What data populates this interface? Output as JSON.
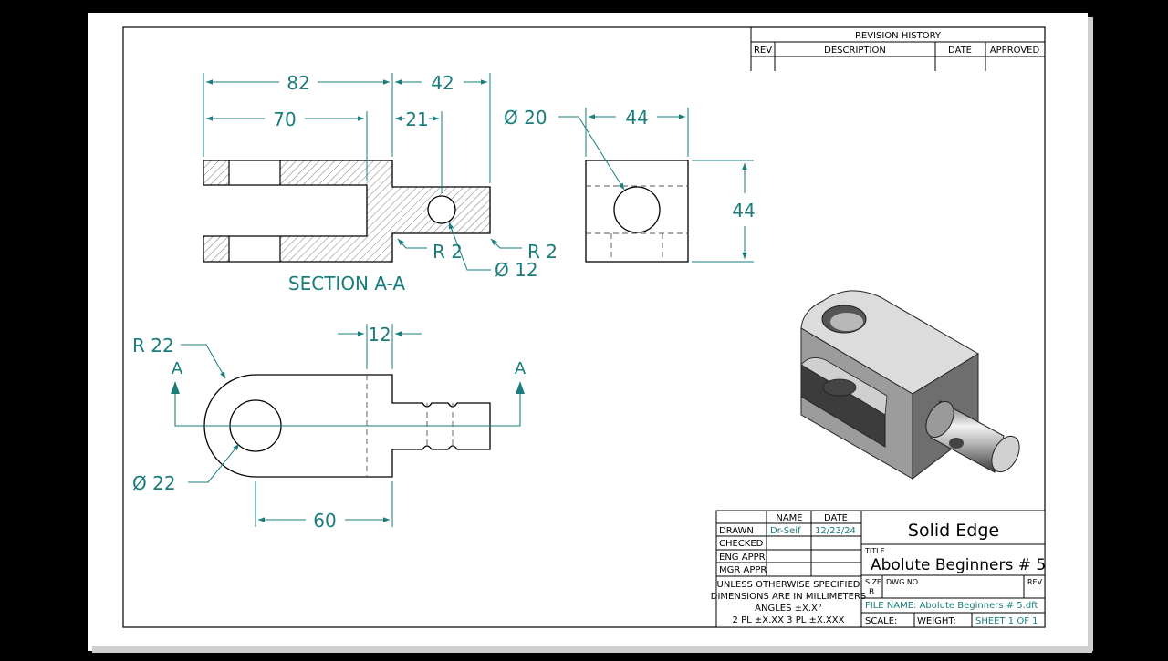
{
  "colors": {
    "background": "#000000",
    "paper": "#ffffff",
    "ink": "#000000",
    "dimension": "#1a7c7c",
    "hatch": "#555555"
  },
  "revision_block": {
    "title": "REVISION HISTORY",
    "headers": [
      "REV",
      "DESCRIPTION",
      "DATE",
      "APPROVED"
    ]
  },
  "section_view": {
    "label": "SECTION A-A",
    "dims": {
      "overall": "82",
      "shank": "42",
      "slot_depth": "70",
      "hole_pos": "21",
      "fillet_left": "R 2",
      "fillet_right": "R 2",
      "hole_dia": "Ø 12"
    }
  },
  "end_view": {
    "dims": {
      "hole_dia": "Ø 20",
      "width": "44",
      "height": "44"
    }
  },
  "top_view": {
    "section_mark": "A",
    "dims": {
      "radius": "R 22",
      "hole_dia": "Ø 22",
      "length": "60",
      "groove": "12"
    }
  },
  "title_block": {
    "headers": [
      "NAME",
      "DATE"
    ],
    "rows": [
      {
        "label": "DRAWN",
        "name": "Dr-Seif",
        "date": "12/23/24"
      },
      {
        "label": "CHECKED",
        "name": "",
        "date": ""
      },
      {
        "label": "ENG APPR",
        "name": "",
        "date": ""
      },
      {
        "label": "MGR APPR",
        "name": "",
        "date": ""
      }
    ],
    "notes": [
      "UNLESS OTHERWISE SPECIFIED",
      "DIMENSIONS ARE IN MILLIMETERS",
      "ANGLES ±X.X°",
      "2 PL ±X.XX 3 PL ±X.XXX"
    ],
    "company": "Solid Edge",
    "title_label": "TITLE",
    "title": "Abolute Beginners # 5",
    "size_label": "SIZE",
    "size": "B",
    "dwg_no_label": "DWG NO",
    "rev_label": "REV",
    "file_name": "FILE NAME: Abolute Beginners # 5.dft",
    "scale_label": "SCALE:",
    "weight_label": "WEIGHT:",
    "sheet": "SHEET 1 OF 1"
  }
}
